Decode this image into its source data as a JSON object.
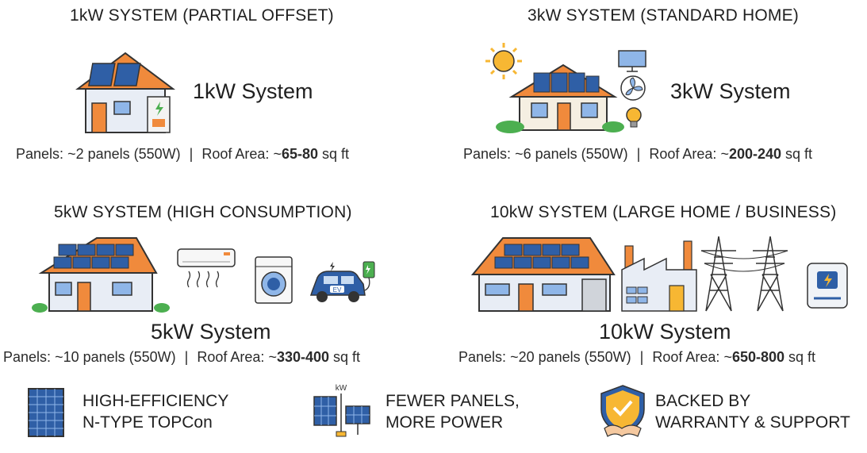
{
  "systems": [
    {
      "heading": "1kW SYSTEM (PARTIAL OFFSET)",
      "label": "1kW System",
      "panels_label": "Panels:",
      "panels_value": "~2 panels (550W)",
      "area_label": "Roof Area:",
      "area_prefix": "~",
      "area_value": "65-80",
      "area_unit": "sq ft"
    },
    {
      "heading": "3kW SYSTEM (STANDARD HOME)",
      "label": "3kW System",
      "panels_label": "Panels:",
      "panels_value": "~6 panels (550W)",
      "area_label": "Roof Area:",
      "area_prefix": "~",
      "area_value": "200-240",
      "area_unit": "sq ft"
    },
    {
      "heading": "5kW SYSTEM (HIGH CONSUMPTION)",
      "label": "5kW System",
      "panels_label": "Panels:",
      "panels_value": "~10 panels (550W)",
      "area_label": "Roof Area:",
      "area_prefix": "~",
      "area_value": "330-400",
      "area_unit": "sq ft"
    },
    {
      "heading": "10kW SYSTEM (LARGE HOME / BUSINESS)",
      "label": "10kW System",
      "panels_label": "Panels:",
      "panels_value": "~20 panels (550W)",
      "area_label": "Roof Area:",
      "area_prefix": "~",
      "area_value": "650-800",
      "area_unit": "sq ft"
    }
  ],
  "separator": "|",
  "features": [
    {
      "line1": "HIGH-EFFICIENCY",
      "line2": "N-TYPE TOPCon",
      "icon": "solar-panel-icon"
    },
    {
      "line1": "FEWER PANELS,",
      "line2": "MORE POWER",
      "icon": "solar-array-icon",
      "icon_text": "kW"
    },
    {
      "line1": "BACKED BY",
      "line2": "WARRANTY & SUPPORT",
      "icon": "shield-handshake-icon"
    }
  ],
  "icons": {
    "ev_badge": "EV",
    "appliances": [
      "air-conditioner-icon",
      "washing-machine-icon",
      "electric-car-icon",
      "monitor-icon",
      "fan-icon",
      "light-bulb-icon",
      "sun-icon",
      "factory-icon",
      "power-tower-icon",
      "inverter-icon",
      "battery-icon"
    ]
  },
  "colors": {
    "roof": "#f08a3c",
    "panel": "#2f5fa6",
    "house_wall": "#e8edf5",
    "door": "#f08a3c",
    "green": "#4caf50",
    "sun": "#f7b733",
    "text": "#1f1f1f"
  }
}
